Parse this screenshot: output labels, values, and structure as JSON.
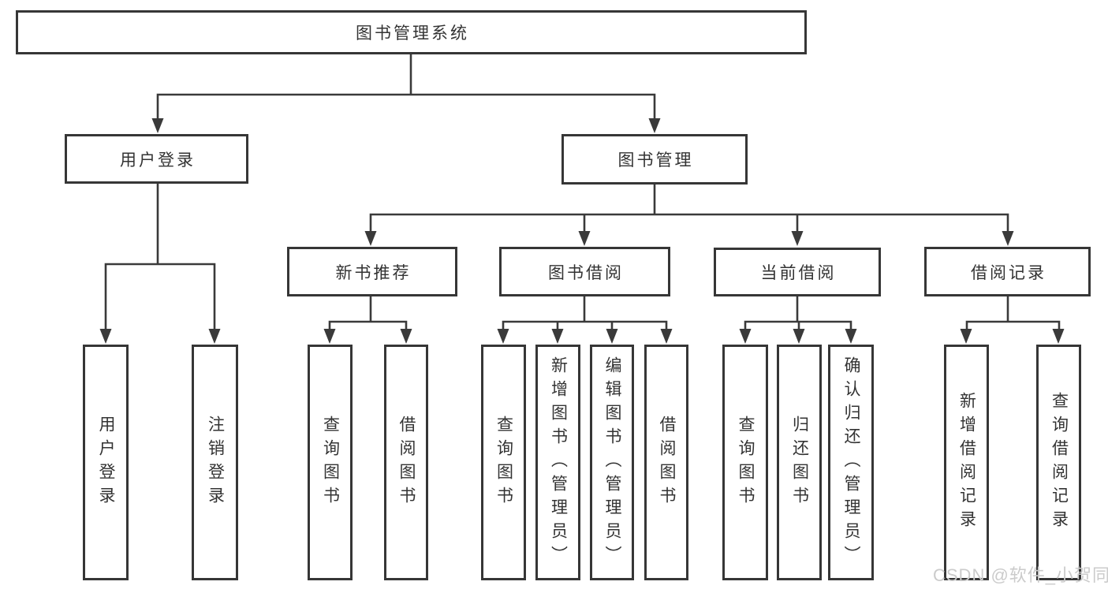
{
  "diagram_title": "图书管理系统",
  "nodes": {
    "root": "图书管理系统",
    "level2": {
      "user_login": "用户登录",
      "book_management": "图书管理"
    },
    "level3": {
      "new_book_recommend": "新书推荐",
      "book_borrowing": "图书借阅",
      "current_borrowing": "当前借阅",
      "borrowing_records": "借阅记录"
    },
    "leaves": {
      "user_login_login": "用户登录",
      "user_login_logout": "注销登录",
      "nbr_query_books": "查询图书",
      "nbr_borrow_books": "借阅图书",
      "bb_query_books": "查询图书",
      "bb_add_books_admin": "新增图书（管理员）",
      "bb_edit_books_admin": "编辑图书（管理员）",
      "bb_borrow_books": "借阅图书",
      "cb_query_books": "查询图书",
      "cb_return_books": "归还图书",
      "cb_confirm_return_admin": "确认归还（管理员）",
      "br_add_record": "新增借阅记录",
      "br_query_record": "查询借阅记录"
    }
  },
  "watermark": "CSDN @软件_小贺同学",
  "colors": {
    "line": "#3a3a3a",
    "box_border": "#363636",
    "text": "#333333",
    "watermark_text": "#cbcbcb",
    "background": "#ffffff"
  }
}
